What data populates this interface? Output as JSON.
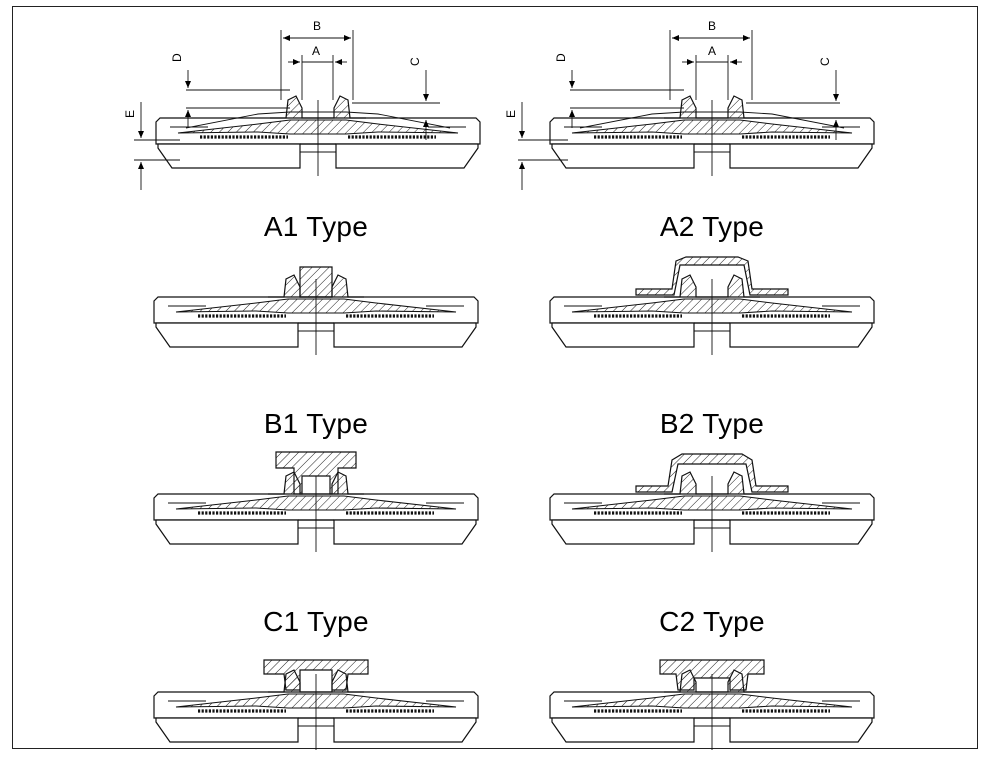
{
  "dimensions": {
    "labels": [
      "B",
      "A",
      "D",
      "C",
      "E"
    ]
  },
  "panels": [
    {
      "key": "A1",
      "title": "A1 Type"
    },
    {
      "key": "A2",
      "title": "A2 Type"
    },
    {
      "key": "B1",
      "title": "B1 Type"
    },
    {
      "key": "B2",
      "title": "B2 Type"
    },
    {
      "key": "C1",
      "title": "C1 Type"
    },
    {
      "key": "C2",
      "title": "C2 Type"
    }
  ]
}
